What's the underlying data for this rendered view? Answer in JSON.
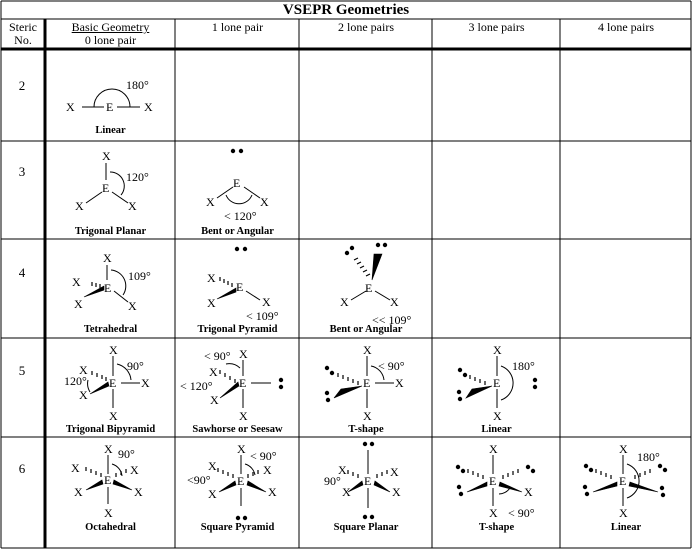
{
  "title": "VSEPR Geometries",
  "headers": {
    "steric_no": [
      "Steric",
      "No."
    ],
    "basic_geometry": "Basic Geometry",
    "zero_lone_pair": "0 lone pair",
    "one_lone_pair": "1 lone pair",
    "two_lone_pairs": "2 lone pairs",
    "three_lone_pairs": "3 lone pairs",
    "four_lone_pairs": "4 lone pairs"
  },
  "rows": [
    {
      "steric": "2",
      "shapes": [
        "Linear"
      ]
    },
    {
      "steric": "3",
      "shapes": [
        "Trigonal Planar",
        "Bent or Angular"
      ]
    },
    {
      "steric": "4",
      "shapes": [
        "Tetrahedral",
        "Trigonal Pyramid",
        "Bent or Angular"
      ]
    },
    {
      "steric": "5",
      "shapes": [
        "Trigonal Bipyramid",
        "Sawhorse or Seesaw",
        "T-shape",
        "Linear"
      ]
    },
    {
      "steric": "6",
      "shapes": [
        "Octahedral",
        "Square Pyramid",
        "Square Planar",
        "T-shape",
        "Linear"
      ]
    }
  ],
  "atoms": {
    "center": "E",
    "ligand": "X"
  },
  "angles": {
    "a180": "180°",
    "a120": "120°",
    "a109": "109°",
    "a90": "90°",
    "lt120": "< 120°",
    "lt109": "< 109°",
    "llt109": "<< 109°",
    "lt90": "< 90°",
    "lt90b": "<90°",
    "b90": "90°"
  }
}
